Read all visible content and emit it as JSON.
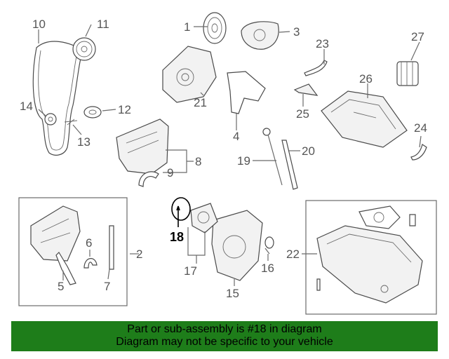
{
  "diagram": {
    "callouts": {
      "c1": "1",
      "c2": "2",
      "c3": "3",
      "c4": "4",
      "c5": "5",
      "c6": "6",
      "c7": "7",
      "c8": "8",
      "c9": "9",
      "c10": "10",
      "c11": "11",
      "c12": "12",
      "c13": "13",
      "c14": "14",
      "c15": "15",
      "c16": "16",
      "c17": "17",
      "c18": "18",
      "c19": "19",
      "c20": "20",
      "c21": "21",
      "c22": "22",
      "c23": "23",
      "c24": "24",
      "c25": "25",
      "c26": "26",
      "c27": "27"
    },
    "highlighted_part": "18"
  },
  "notice": {
    "line1": "Part or sub-assembly is #18 in diagram",
    "line2": "Diagram may not be specific to your vehicle",
    "background_color": "#1e7d1a"
  }
}
